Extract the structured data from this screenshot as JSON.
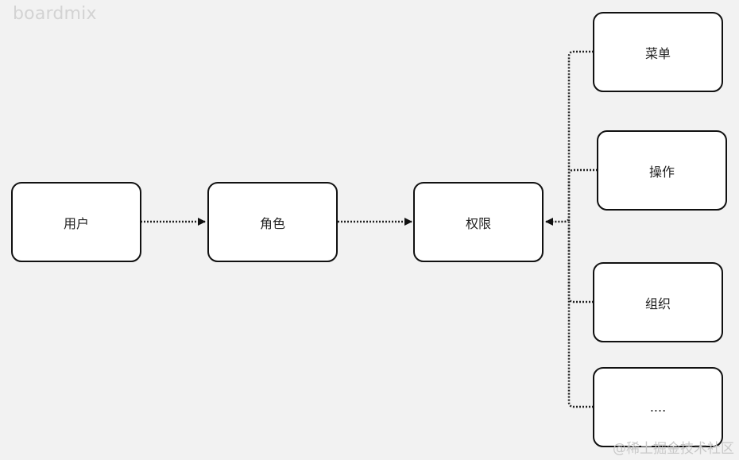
{
  "brand": "boardmix",
  "watermark": "@稀土掘金技术社区",
  "nodes": {
    "user": "用户",
    "role": "角色",
    "permission": "权限",
    "menu": "菜单",
    "operation": "操作",
    "organization": "组织",
    "more": "...."
  }
}
